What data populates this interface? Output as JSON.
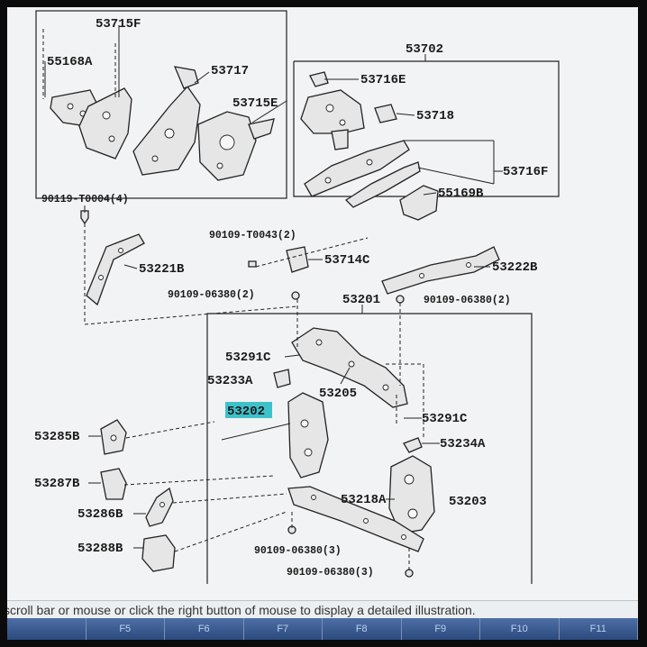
{
  "status_bar": {
    "message": "scroll bar or mouse or click the right button of mouse to display a detailed illustration."
  },
  "function_keys": [
    "",
    "F5",
    "F6",
    "F7",
    "F8",
    "F9",
    "F10",
    "F11"
  ],
  "diagram": {
    "selected_part": "53202",
    "labels": {
      "p53715F": "53715F",
      "p55168A": "55168A",
      "p53717": "53717",
      "p53715E": "53715E",
      "p53702": "53702",
      "p53716E": "53716E",
      "p53718": "53718",
      "p53716F": "53716F",
      "p55169B": "55169B",
      "p90119": "90119-T0004(4)",
      "p90109_T0043": "90109-T0043(2)",
      "p53221B": "53221B",
      "p53714C": "53714C",
      "p53222B": "53222B",
      "p90109_06380_2a": "90109-06380(2)",
      "p53201": "53201",
      "p90109_06380_2b": "90109-06380(2)",
      "p53291C_a": "53291C",
      "p53233A": "53233A",
      "p53205": "53205",
      "p53202": "53202",
      "p53291C_b": "53291C",
      "p53285B": "53285B",
      "p53234A": "53234A",
      "p53287B": "53287B",
      "p53218A": "53218A",
      "p53203": "53203",
      "p53286B": "53286B",
      "p53288B": "53288B",
      "p90109_06380_3a": "90109-06380(3)",
      "p90109_06380_3b": "90109-06380(3)"
    }
  },
  "icons": {
    "fastener": "bolt-icon"
  }
}
